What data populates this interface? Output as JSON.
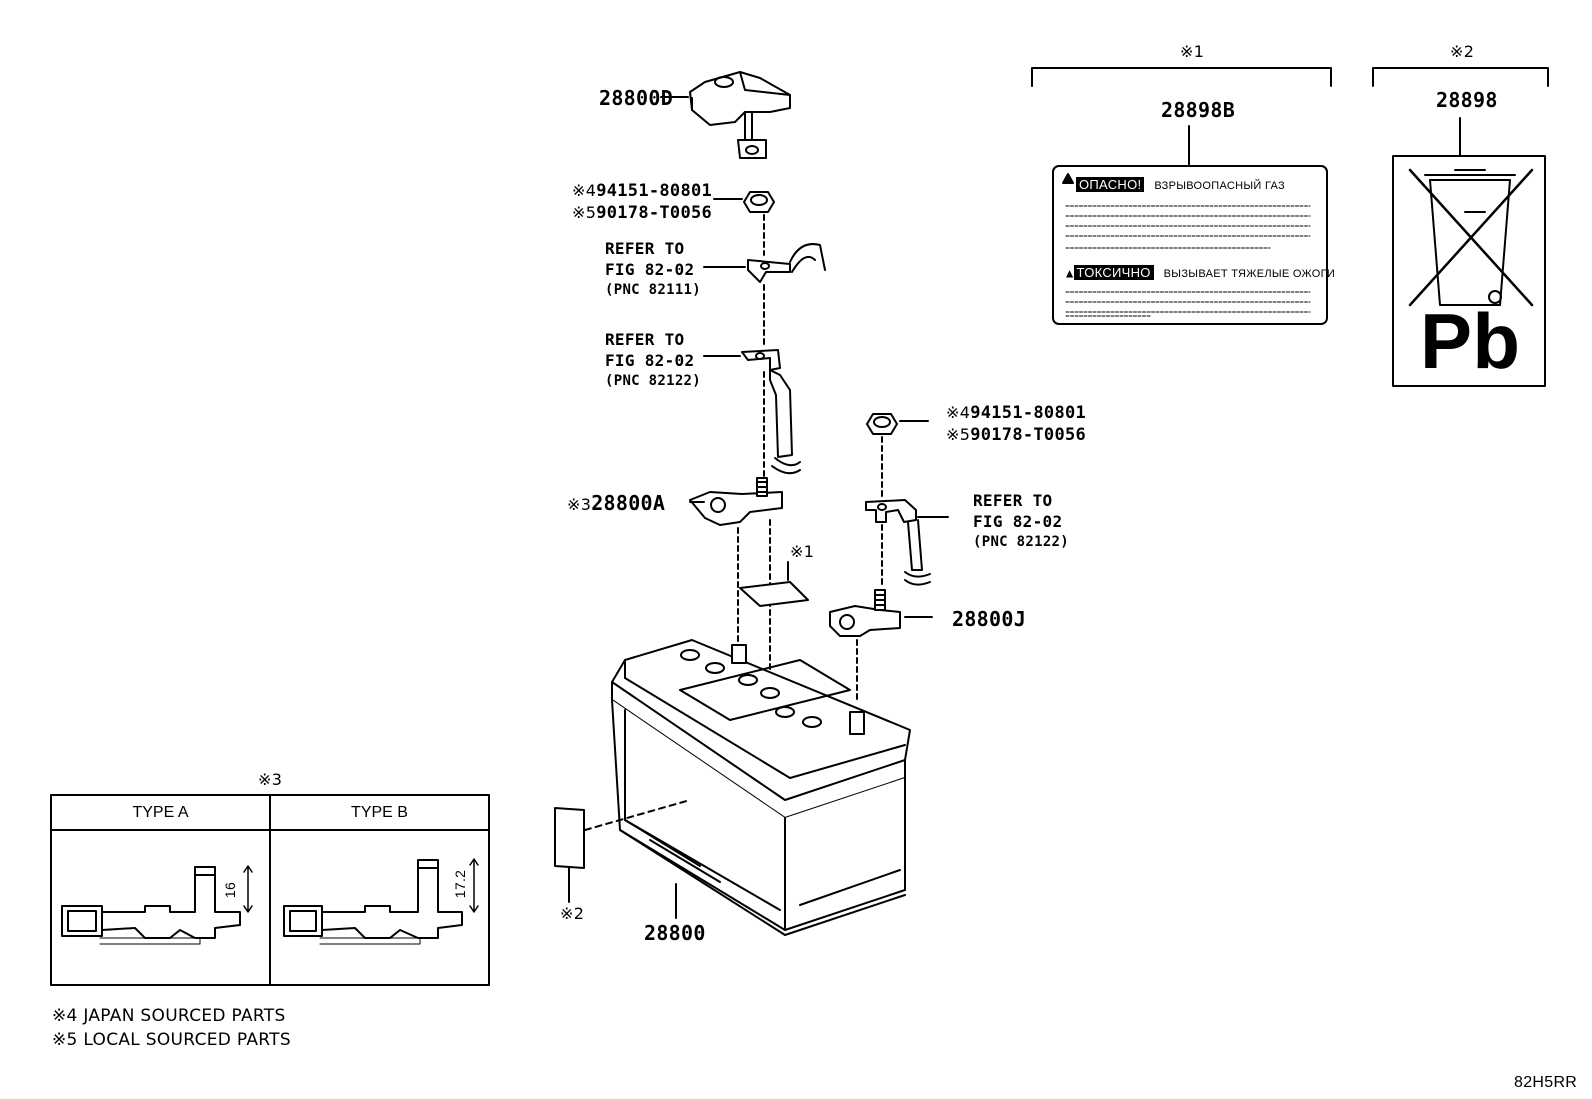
{
  "parts": {
    "p28800D": "28800D",
    "p28800A": "28800A",
    "p28800A_mark": "※3",
    "p28800J": "28800J",
    "p28800": "28800",
    "p28898B": "28898B",
    "p28898": "28898"
  },
  "nut_left": {
    "line1_mark": "※4",
    "line1_pn": "94151-80801",
    "line2_mark": "※5",
    "line2_pn": "90178-T0056"
  },
  "nut_right": {
    "line1_mark": "※4",
    "line1_pn": "94151-80801",
    "line2_mark": "※5",
    "line2_pn": "90178-T0056"
  },
  "refer_1": {
    "line1": "REFER TO",
    "line2": "FIG 82-02",
    "line3": "(PNC 82111)"
  },
  "refer_2": {
    "line1": "REFER TO",
    "line2": "FIG 82-02",
    "line3": "(PNC 82122)"
  },
  "refer_3": {
    "line1": "REFER TO",
    "line2": "FIG 82-02",
    "line3": "(PNC 82122)"
  },
  "markers": {
    "label1_top": "※1",
    "label2_top": "※2",
    "label1_sheet": "※1",
    "label2_sheet": "※2",
    "inset": "※3"
  },
  "warning_label": {
    "title1": "ОПАСНО!",
    "text1": "ВЗРЫВООПАСНЫЙ ГАЗ",
    "title2": "ТОКСИЧНО",
    "text2": "ВЫЗЫВАЕТ ТЯЖЕЛЫЕ ОЖОГИ"
  },
  "recycle_label": {
    "text": "Pb"
  },
  "inset": {
    "type_a": "TYPE A",
    "type_b": "TYPE B",
    "dim_a": "16",
    "dim_b": "17.2"
  },
  "footnotes": {
    "note4": "※4 JAPAN SOURCED PARTS",
    "note5": "※5 LOCAL SOURCED PARTS"
  },
  "figure_code": "82H5RR"
}
